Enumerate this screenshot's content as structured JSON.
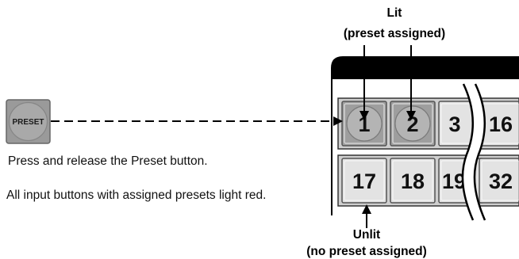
{
  "callouts": {
    "lit": "Lit",
    "lit_note": "(preset assigned)",
    "unlit": "Unlit",
    "unlit_note": "(no preset assigned)"
  },
  "preset_button": {
    "label": "PRESET"
  },
  "instructions": {
    "step1": "Press and release the Preset button.",
    "step2": "All input buttons with assigned presets light red."
  },
  "input_rows": [
    {
      "buttons": [
        {
          "label": "1",
          "lit": true
        },
        {
          "label": "2",
          "lit": true
        },
        {
          "label": "3",
          "lit": false
        },
        {
          "label": "16",
          "lit": false
        }
      ]
    },
    {
      "buttons": [
        {
          "label": "17",
          "lit": false
        },
        {
          "label": "18",
          "lit": false
        },
        {
          "label": "19",
          "lit": false
        },
        {
          "label": "32",
          "lit": false
        }
      ]
    }
  ],
  "colors": {
    "lit_face": "#9e9e9e",
    "unlit_face": "#e3e3e3",
    "preset_face": "#9a9a9a",
    "panel": "#000000"
  }
}
